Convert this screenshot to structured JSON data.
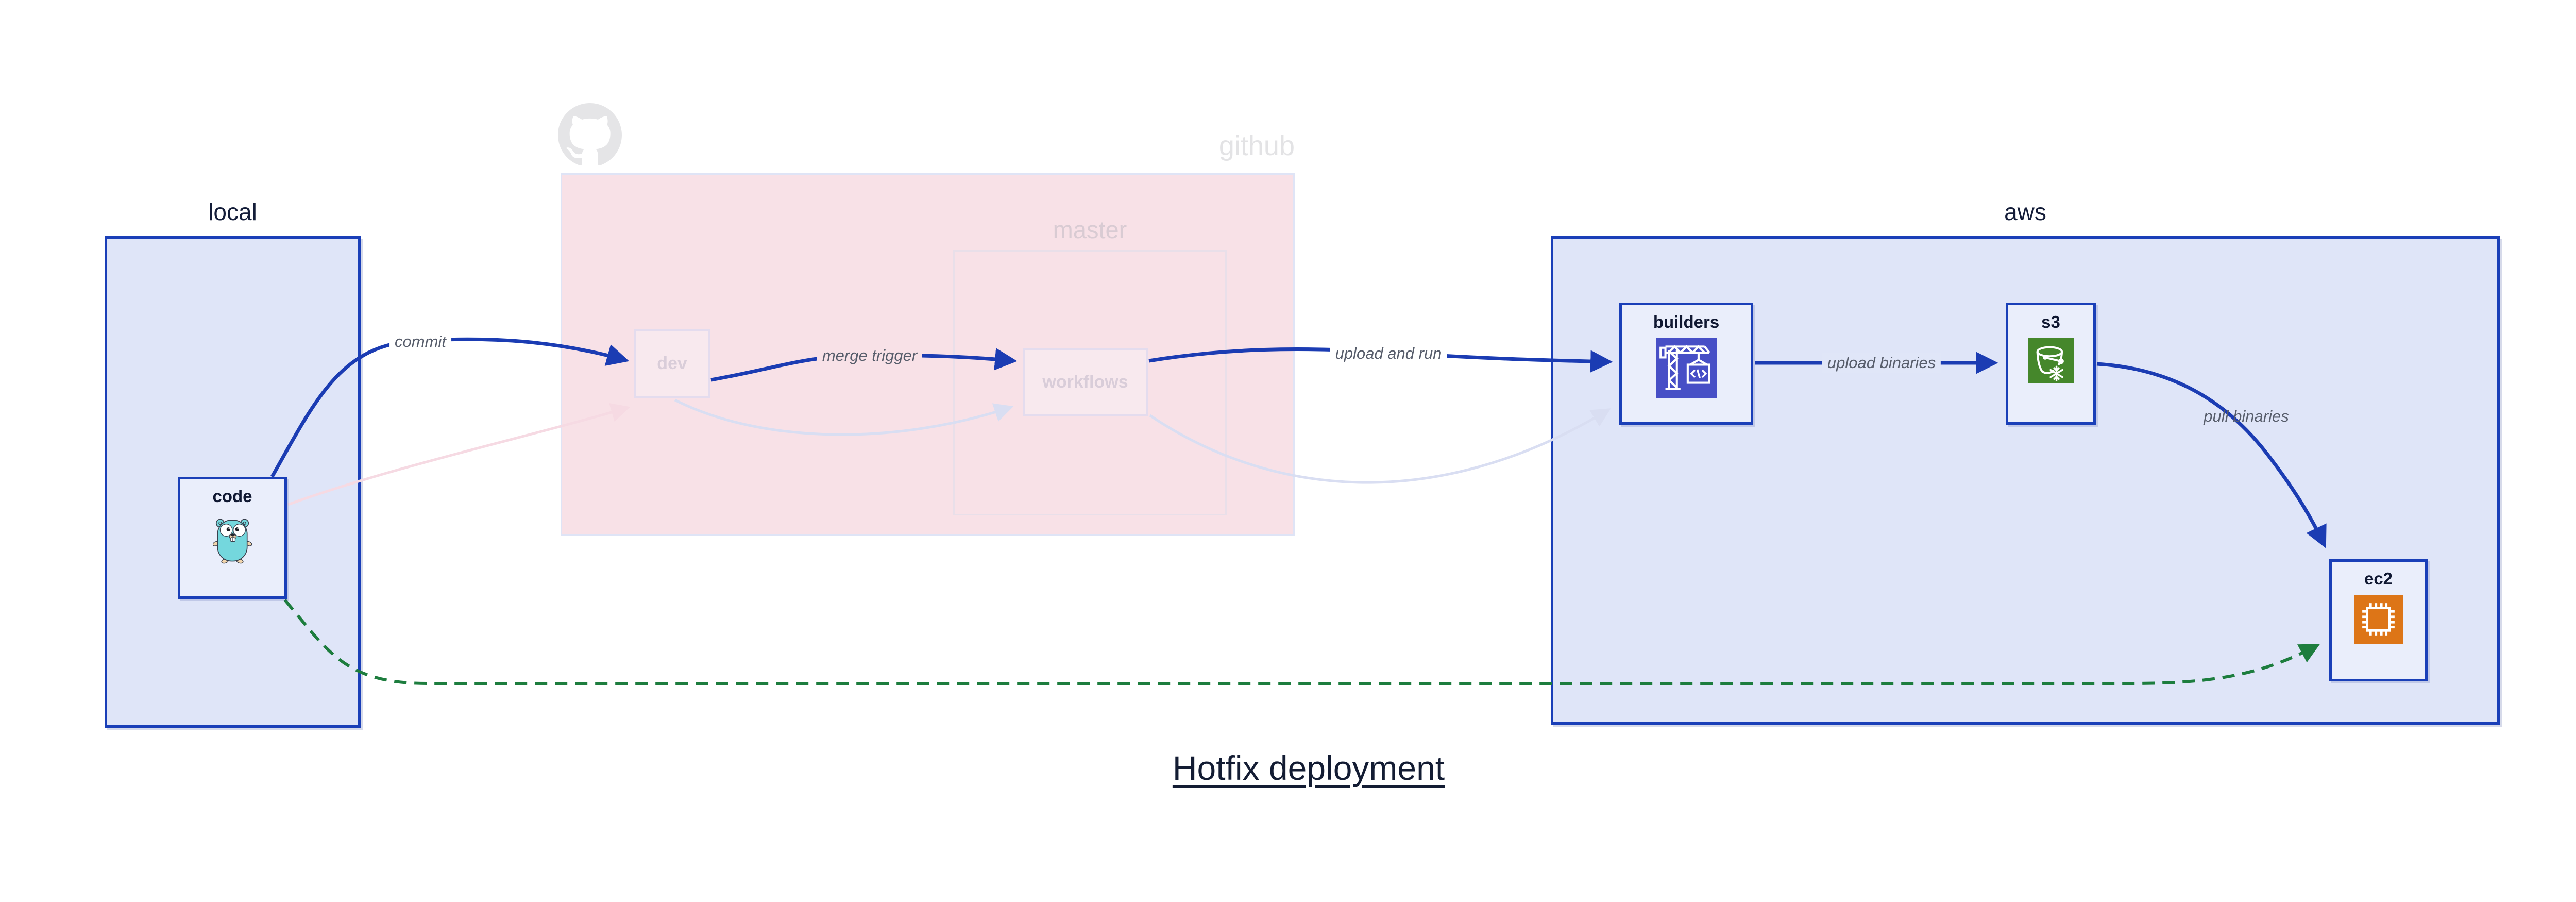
{
  "title": "Hotfix deployment",
  "clusters": {
    "local": {
      "label": "local"
    },
    "github": {
      "label": "github"
    },
    "master": {
      "label": "master"
    },
    "aws": {
      "label": "aws"
    }
  },
  "nodes": {
    "code": {
      "label": "code",
      "icon": "go-gopher-icon"
    },
    "dev": {
      "label": "dev"
    },
    "workflows": {
      "label": "workflows"
    },
    "builders": {
      "label": "builders",
      "icon": "codebuild-crane-icon"
    },
    "s3": {
      "label": "s3",
      "icon": "s3-glacier-bucket-icon"
    },
    "ec2": {
      "label": "ec2",
      "icon": "ec2-chip-icon"
    }
  },
  "edges": {
    "commit": {
      "label": "commit",
      "style": "solid",
      "color": "#1b3cb3"
    },
    "merge_trigger": {
      "label": "merge trigger",
      "style": "solid",
      "color": "#1b3cb3"
    },
    "upload_and_run": {
      "label": "upload and run",
      "style": "solid",
      "color": "#1b3cb3"
    },
    "upload_binaries": {
      "label": "upload binaries",
      "style": "solid",
      "color": "#1b3cb3"
    },
    "pull_binaries": {
      "label": "pull binaries",
      "style": "solid",
      "color": "#1b3cb3"
    },
    "hotfix_direct": {
      "label": "",
      "style": "dashed",
      "color": "#1d7d3e"
    },
    "faded_code_dev": {
      "label": "",
      "style": "faded",
      "color": "#f6dae3"
    },
    "faded_dev_workflows": {
      "label": "",
      "style": "faded",
      "color": "#d9def2"
    },
    "faded_workflows_builders": {
      "label": "",
      "style": "faded",
      "color": "#d9def2"
    }
  },
  "colors": {
    "border_blue": "#1a3fb8",
    "arrow_blue": "#1b3cb3",
    "cluster_fill_blue": "#dfe5f8",
    "node_fill_blue": "#eaeefb",
    "github_pink": "#f8e1e7",
    "faded_lavender": "#d9def2",
    "faded_pink": "#f6dae3",
    "hotfix_green": "#1d7d3e",
    "codebuild_indigo": "#474fc6",
    "s3_green": "#45872b",
    "ec2_orange": "#dd7517",
    "title_color": "#131c33",
    "edge_label_color": "#575d6b",
    "github_text": "#e3e3e5",
    "master_text": "#d9cbd3"
  }
}
